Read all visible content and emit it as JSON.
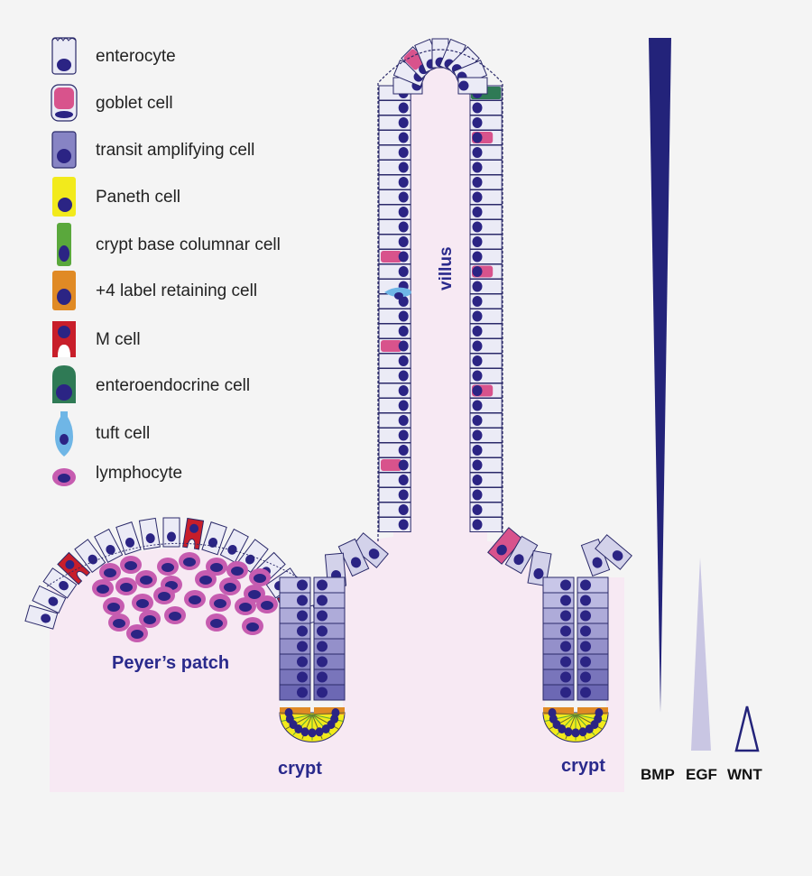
{
  "legend": [
    {
      "key": "enterocyte",
      "label": "enterocyte"
    },
    {
      "key": "goblet",
      "label": "goblet cell"
    },
    {
      "key": "transit",
      "label": "transit amplifying cell"
    },
    {
      "key": "paneth",
      "label": "Paneth cell"
    },
    {
      "key": "cbc",
      "label": "crypt base columnar cell"
    },
    {
      "key": "lrc",
      "label": "+4 label retaining cell"
    },
    {
      "key": "mcell",
      "label": "M cell"
    },
    {
      "key": "entero",
      "label": "enteroendocrine cell"
    },
    {
      "key": "tuft",
      "label": "tuft cell"
    },
    {
      "key": "lymph",
      "label": "lymphocyte"
    }
  ],
  "labels": {
    "villus": "villus",
    "peyers_patch": "Peyer’s patch",
    "crypt_left": "crypt",
    "crypt_right": "crypt"
  },
  "gradients": [
    {
      "name": "BMP",
      "color": "#23237a"
    },
    {
      "name": "EGF",
      "color": "#c9c6e3"
    },
    {
      "name": "WNT",
      "color": "#23237a"
    }
  ],
  "colors": {
    "enterocyte": "#ebebf6",
    "nucleus": "#2b2484",
    "goblet": "#d8538c",
    "transit_light": "#b4b1da",
    "transit_dark": "#5f5cab",
    "paneth": "#f2ea1c",
    "cbc": "#5aa83c",
    "lrc": "#e08a25",
    "mcell": "#c81e2a",
    "entero": "#2f7a55",
    "tuft": "#6fb6e6",
    "lymph": "#c65cb0",
    "tissue": "#f7e9f3",
    "outline": "#2b2a6a"
  }
}
